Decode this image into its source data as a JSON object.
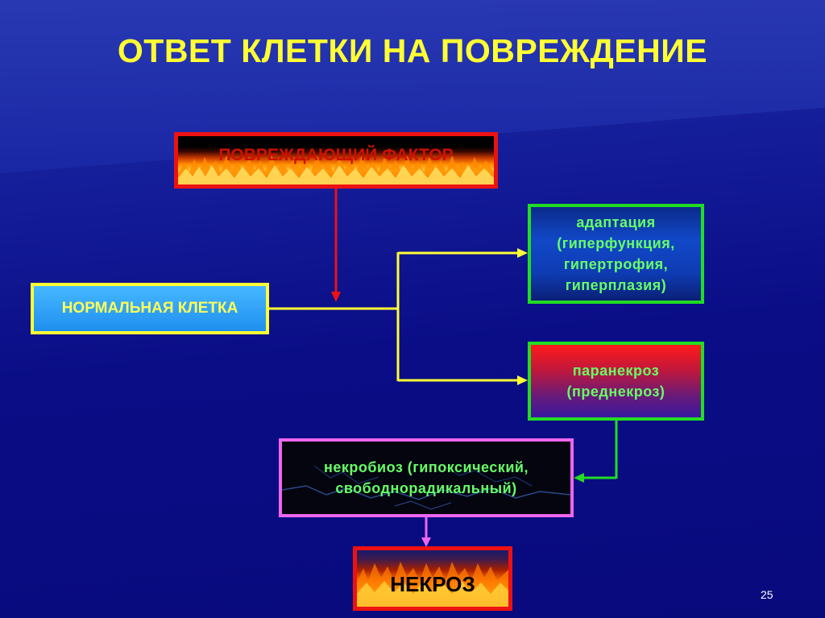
{
  "title": "ОТВЕТ КЛЕТКИ НА ПОВРЕЖДЕНИЕ",
  "boxes": {
    "damaging_factor": "ПОВРЕЖДАЮЩИЙ ФАКТОР",
    "normal_cell": "НОРМАЛЬНАЯ КЛЕТКА",
    "adaptation": [
      "адаптация",
      "(гиперфункция,",
      "гипертрофия,",
      "гиперплазия)"
    ],
    "paranecrosis": [
      "паранекроз",
      "(преднекроз)"
    ],
    "necrobiosis": [
      "некробиоз (гипоксический,",
      "свободнорадикальный)"
    ],
    "necrosis": "НЕКРОЗ"
  },
  "page_number": "25",
  "colors": {
    "title": "#ffff33",
    "factor_border": "#ee1111",
    "normal_border": "#ffff33",
    "green_border": "#22dd22",
    "necrobiosis_border": "#ee66ee",
    "arrow_red": "#ee1111",
    "arrow_yellow": "#ffff33",
    "arrow_green": "#22dd22",
    "arrow_pink": "#ee66ee"
  }
}
